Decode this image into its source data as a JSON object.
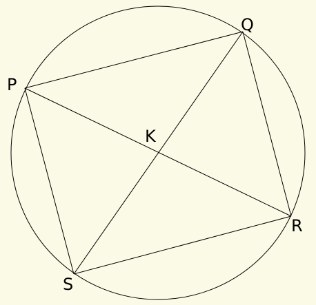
{
  "colors": {
    "background": "#fafae6",
    "stroke": "#000000",
    "text": "#000000"
  },
  "labels": {
    "P": "P",
    "Q": "Q",
    "R": "R",
    "S": "S",
    "K": "K"
  }
}
